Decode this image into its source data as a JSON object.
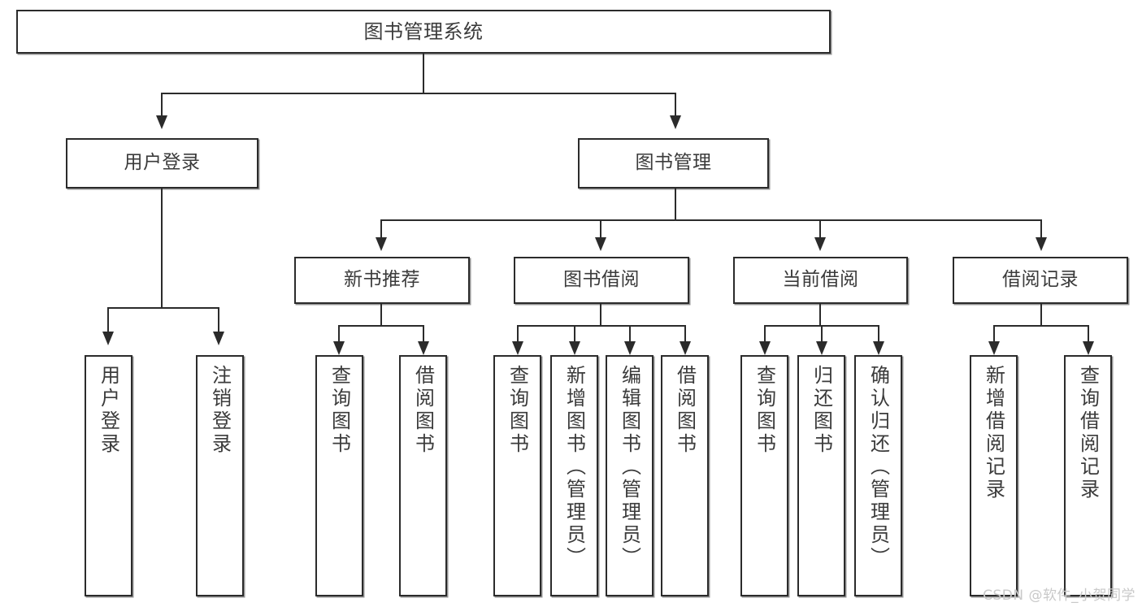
{
  "diagram": {
    "type": "tree",
    "title": "图书管理系统",
    "watermark": "CSDN @软件_小贺同学",
    "colors": {
      "stroke": "#2b2b2b",
      "text": "#3b3b3b",
      "background": "#ffffff",
      "watermark": "#c9c9c9"
    },
    "levels": {
      "root": {
        "label": "图书管理系统"
      },
      "level2": [
        {
          "label": "用户登录"
        },
        {
          "label": "图书管理"
        }
      ],
      "level3": [
        {
          "label": "新书推荐"
        },
        {
          "label": "图书借阅"
        },
        {
          "label": "当前借阅"
        },
        {
          "label": "借阅记录"
        }
      ],
      "leaves": {
        "user_login": [
          {
            "label": "用户登录"
          },
          {
            "label": "注销登录"
          }
        ],
        "new_book_recommend": [
          {
            "label": "查询图书"
          },
          {
            "label": "借阅图书"
          }
        ],
        "book_borrow": [
          {
            "label": "查询图书"
          },
          {
            "label": "新增图书（管理员）"
          },
          {
            "label": "编辑图书（管理员）"
          },
          {
            "label": "借阅图书"
          }
        ],
        "current_borrow": [
          {
            "label": "查询图书"
          },
          {
            "label": "归还图书"
          },
          {
            "label": "确认归还（管理员）"
          }
        ],
        "borrow_record": [
          {
            "label": "新增借阅记录"
          },
          {
            "label": "查询借阅记录"
          }
        ]
      }
    }
  }
}
